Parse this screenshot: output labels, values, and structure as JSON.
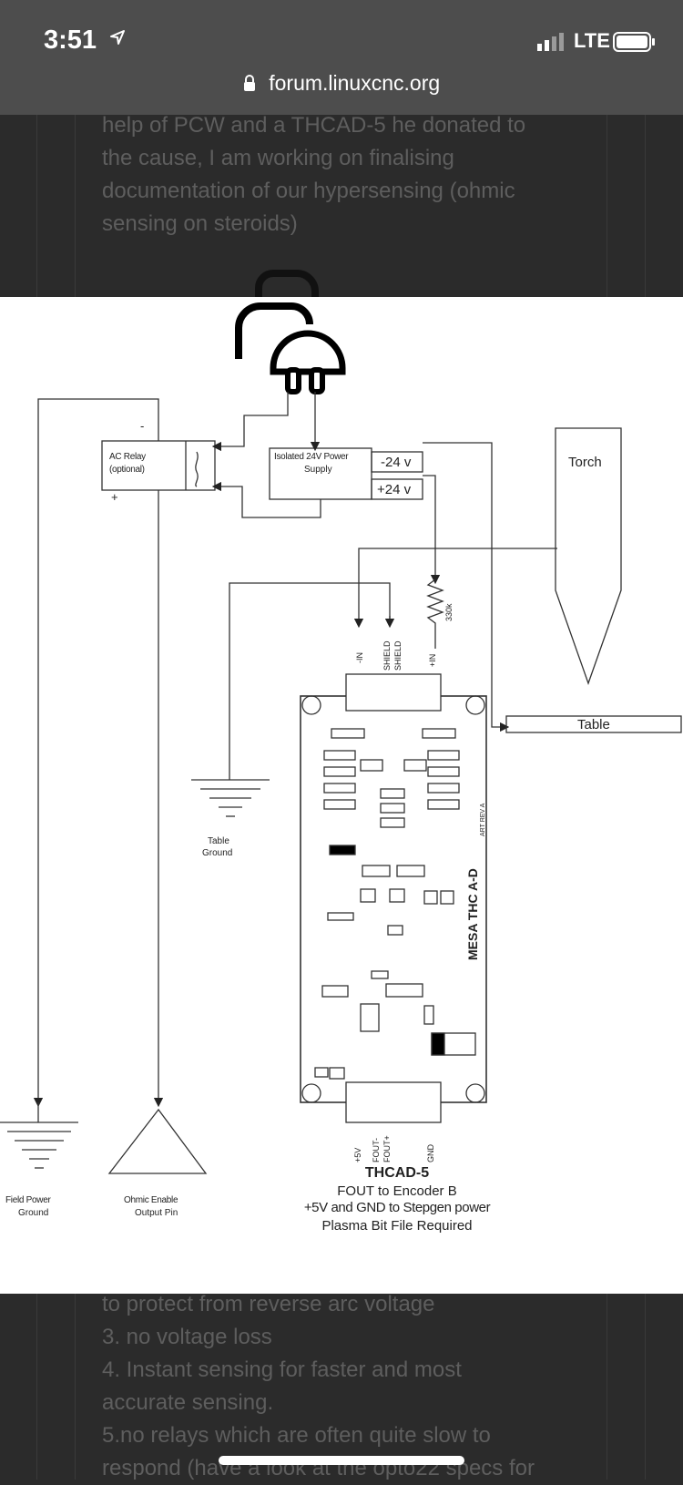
{
  "status_bar": {
    "time": "3:51",
    "network": "LTE"
  },
  "browser": {
    "url": "forum.linuxcnc.org"
  },
  "post_text_top": [
    "help of PCW and a THCAD-5 he donated to",
    "the cause, I am working on finalising",
    "documentation of our hypersensing (ohmic",
    "sensing on steroids)"
  ],
  "diagram": {
    "ac_relay": [
      "AC Relay",
      "(optional)"
    ],
    "relay_minus": "-",
    "relay_plus": "+",
    "power_supply": [
      "Isolated 24V Power",
      "Supply"
    ],
    "neg_24": "-24 v",
    "pos_24": "+24 v",
    "torch": "Torch",
    "table": "Table",
    "resistor": "330k",
    "table_ground": [
      "Table",
      "Ground"
    ],
    "field_ground": [
      "Field Power",
      "Ground"
    ],
    "ohmic_pin": [
      "Ohmic Enable",
      "Output Pin"
    ],
    "top_pins": [
      "-IN",
      "SHIELD",
      "SHIELD",
      "+IN"
    ],
    "bottom_pins": [
      "+5V",
      "FOUT-",
      "FOUT+",
      "GND"
    ],
    "board_brand": "MESA  THC A-D",
    "board_rev": "ART REV A",
    "caption": [
      "THCAD-5",
      "FOUT to  Encoder B",
      "+5V and GND to Stepgen power",
      "Plasma Bit File Required"
    ]
  },
  "post_text_bottom": [
    "to protect from reverse arc voltage",
    "3. no voltage loss",
    "4. Instant sensing for faster and most",
    "accurate sensing.",
    "5.no relays which are often quite slow to",
    "respond (have a look at the opto22 specs for"
  ]
}
